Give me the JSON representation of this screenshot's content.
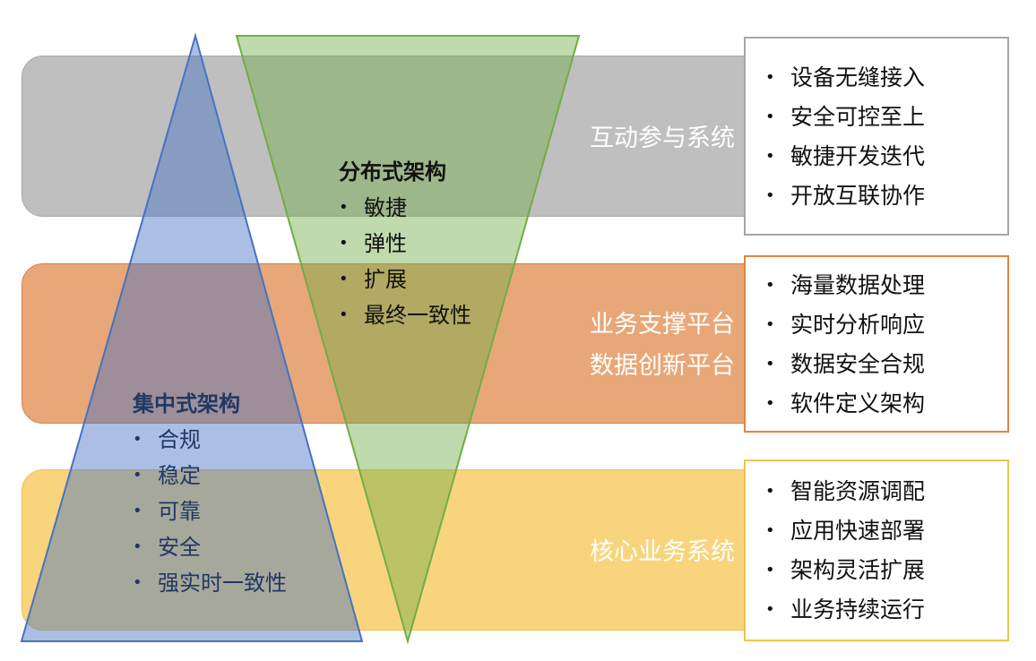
{
  "bands": {
    "top": {
      "label_lines": [
        "互动参与系统"
      ]
    },
    "middle": {
      "label_lines": [
        "业务支撑平台",
        "数据创新平台"
      ]
    },
    "bottom": {
      "label_lines": [
        "核心业务系统"
      ]
    }
  },
  "boxes": {
    "top": {
      "items": [
        "设备无缝接入",
        "安全可控至上",
        "敏捷开发迭代",
        "开放互联协作"
      ]
    },
    "middle": {
      "items": [
        "海量数据处理",
        "实时分析响应",
        "数据安全合规",
        "软件定义架构"
      ]
    },
    "bottom": {
      "items": [
        "智能资源调配",
        "应用快速部署",
        "架构灵活扩展",
        "业务持续运行"
      ]
    }
  },
  "architectures": {
    "distributed": {
      "title": "分布式架构",
      "items": [
        "敏捷",
        "弹性",
        "扩展",
        "最终一致性"
      ]
    },
    "centralized": {
      "title": "集中式架构",
      "items": [
        "合规",
        "稳定",
        "可靠",
        "安全",
        "强实时一致性"
      ]
    }
  },
  "colors": {
    "gray_band": "#bfbfbf",
    "orange_band": "#e8a778",
    "yellow_band": "#f8d57c",
    "blue_triangle": "#4472c4",
    "green_triangle": "#70ad47"
  }
}
